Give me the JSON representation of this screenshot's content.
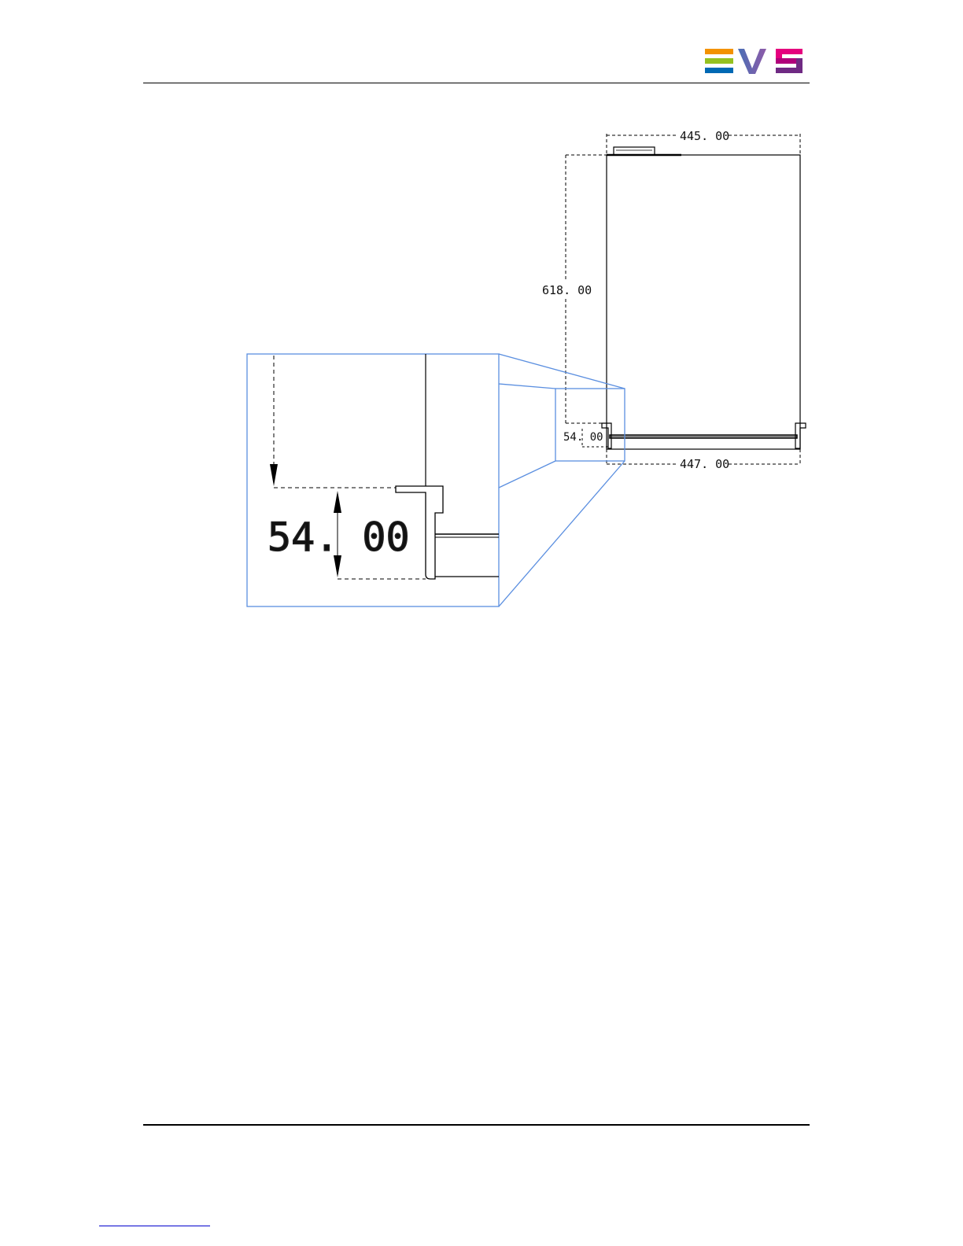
{
  "header": {
    "logo": {
      "text": "EVS",
      "colors": {
        "bar_orange": "#f39200",
        "bar_green": "#95c11f",
        "bar_blue": "#0069b4",
        "v_gradient_start": "#4a6fb5",
        "v_gradient_end": "#8e5aa8",
        "s_pink": "#e5007e",
        "s_purple": "#6f2a83"
      }
    }
  },
  "drawing": {
    "dimensions": {
      "top_width": "445. 00",
      "bottom_width": "447. 00",
      "height": "618. 00",
      "small_height": "54. 00"
    },
    "zoom_detail": {
      "label": "54. 00",
      "frame_color": "#5b8fe0"
    }
  },
  "colors": {
    "line": "#000000",
    "zoom_frame": "#5b8fe0"
  }
}
